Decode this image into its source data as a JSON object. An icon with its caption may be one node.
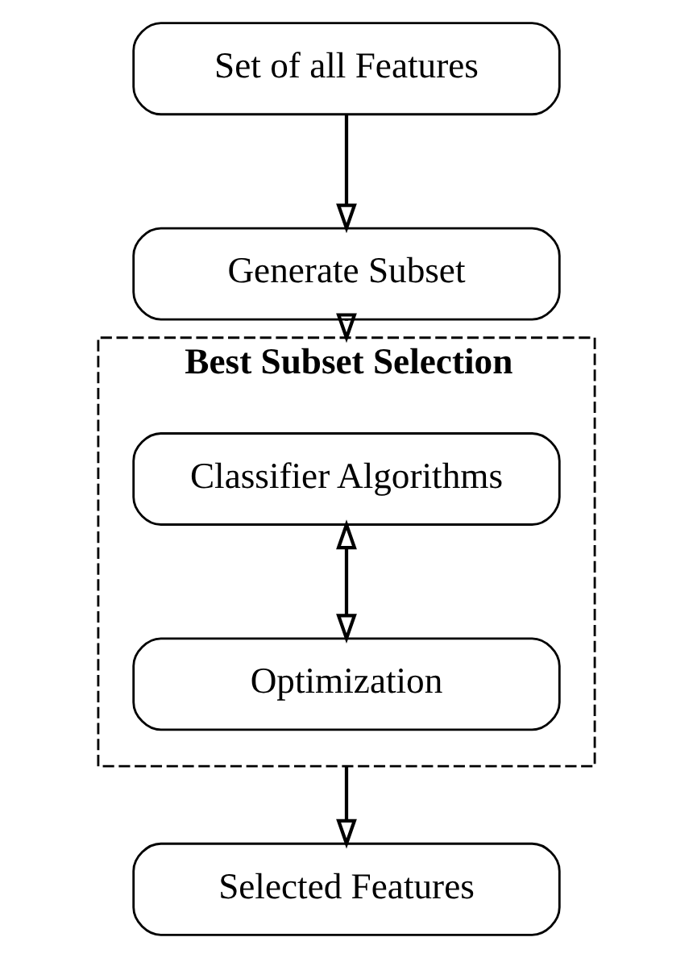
{
  "diagram": {
    "nodes": [
      {
        "text": [
          "Set of all Features"
        ]
      },
      {
        "text": [
          "Generate Subset"
        ]
      },
      {
        "text": [
          "Best Subset Selection"
        ]
      },
      {
        "text": [
          "Classifier Algorithms"
        ],
        "in": 2
      },
      {
        "text": [
          "Optimization"
        ],
        "in": 2
      },
      {
        "text": [
          "Selected Features"
        ]
      }
    ],
    "edges": [
      {
        "from": 0,
        "to": 1,
        "arrow": "to"
      },
      {
        "from": 1,
        "to": 2,
        "arrow": "to"
      },
      {
        "from": 3,
        "to": 4,
        "arrow": "both"
      },
      {
        "from": 2,
        "to": 5,
        "arrow": "to"
      }
    ]
  }
}
